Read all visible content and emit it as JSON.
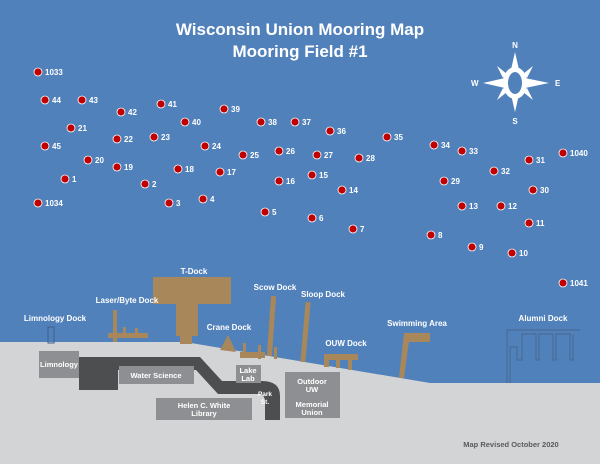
{
  "title": "Wisconsin Union Mooring Map",
  "subtitle": "Mooring Field #1",
  "compass": {
    "n": "N",
    "s": "S",
    "e": "E",
    "w": "W"
  },
  "moorings": [
    "1033",
    "44",
    "43",
    "42",
    "41",
    "39",
    "40",
    "38",
    "37",
    "36",
    "35",
    "34",
    "33",
    "31",
    "1040",
    "32",
    "30",
    "29",
    "13",
    "12",
    "11",
    "8",
    "9",
    "10",
    "1041",
    "21",
    "22",
    "23",
    "24",
    "25",
    "26",
    "27",
    "28",
    "45",
    "20",
    "19",
    "18",
    "17",
    "16",
    "15",
    "14",
    "1",
    "2",
    "3",
    "4",
    "5",
    "6",
    "7",
    "1034"
  ],
  "docks": {
    "t_dock": "T-Dock",
    "laser_byte": "Laser/Byte Dock",
    "limnology": "Limnology Dock",
    "scow": "Scow Dock",
    "sloop": "Sloop Dock",
    "crane": "Crane Dock",
    "ouw": "OUW Dock",
    "swimming": "Swimming Area",
    "alumni": "Alumni Dock"
  },
  "buildings": {
    "limnology": "Limnology",
    "water_science": "Water Science",
    "lake_lab_1": "Lake",
    "lake_lab_2": "Lab",
    "park_1": "Park",
    "park_2": "St.",
    "library_1": "Helen C. White",
    "library_2": "Library",
    "outdoor_1": "Outdoor",
    "outdoor_2": "UW",
    "union_1": "Memorial",
    "union_2": "Union"
  },
  "footer": "Map Revised October 2020",
  "colors": {
    "water": "#5181bb",
    "land": "#d3d4d6",
    "dock": "#a8875a",
    "buoy": "#c00000",
    "building": "#8e8f92",
    "road": "#4d4e50"
  }
}
